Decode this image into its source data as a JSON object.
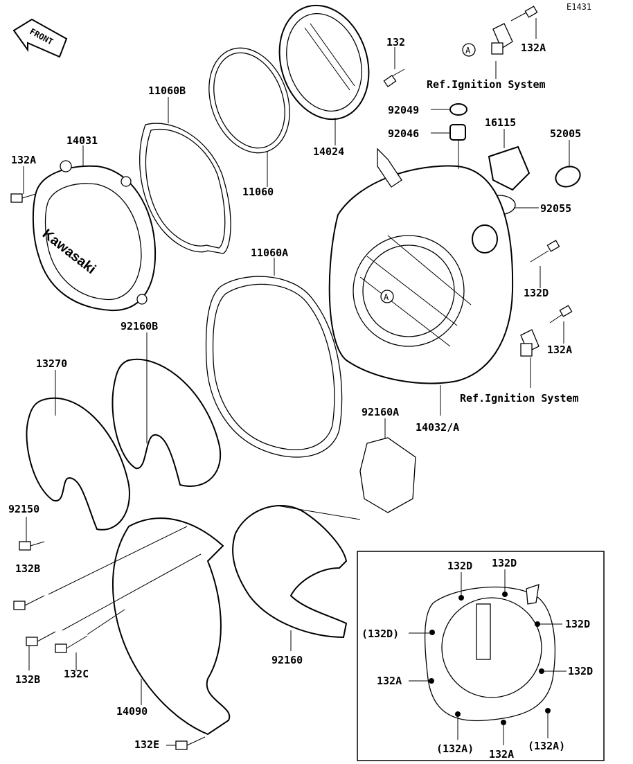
{
  "diagram_id": "E1431",
  "front_label": "FRONT",
  "ref_label": "Ref.Ignition System",
  "ref_label_2": "Ref.Ignition System",
  "circle_ref": "A",
  "brand_text": "Kawasaki",
  "parts": {
    "p132_top": "132",
    "p132A_top": "132A",
    "p11060B": "11060B",
    "p14031": "14031",
    "p132A_left": "132A",
    "p11060": "11060",
    "p14024": "14024",
    "p92049": "92049",
    "p92046": "92046",
    "p16115": "16115",
    "p52005": "52005",
    "p92055": "92055",
    "p11060A": "11060A",
    "p132D_right": "132D",
    "p132A_right": "132A",
    "p92160B": "92160B",
    "p13270": "13270",
    "p92160A": "92160A",
    "p14032A": "14032/A",
    "p92150": "92150",
    "p132B_1": "132B",
    "p132B_2": "132B",
    "p132C": "132C",
    "p92160": "92160",
    "p14090": "14090",
    "p132E": "132E"
  },
  "inset": {
    "d1": "132D",
    "d2": "132D",
    "d3": "(132D)",
    "d4": "132D",
    "d5": "132D",
    "a1": "132A",
    "a2": "(132A)",
    "a3": "132A",
    "a4": "(132A)"
  }
}
